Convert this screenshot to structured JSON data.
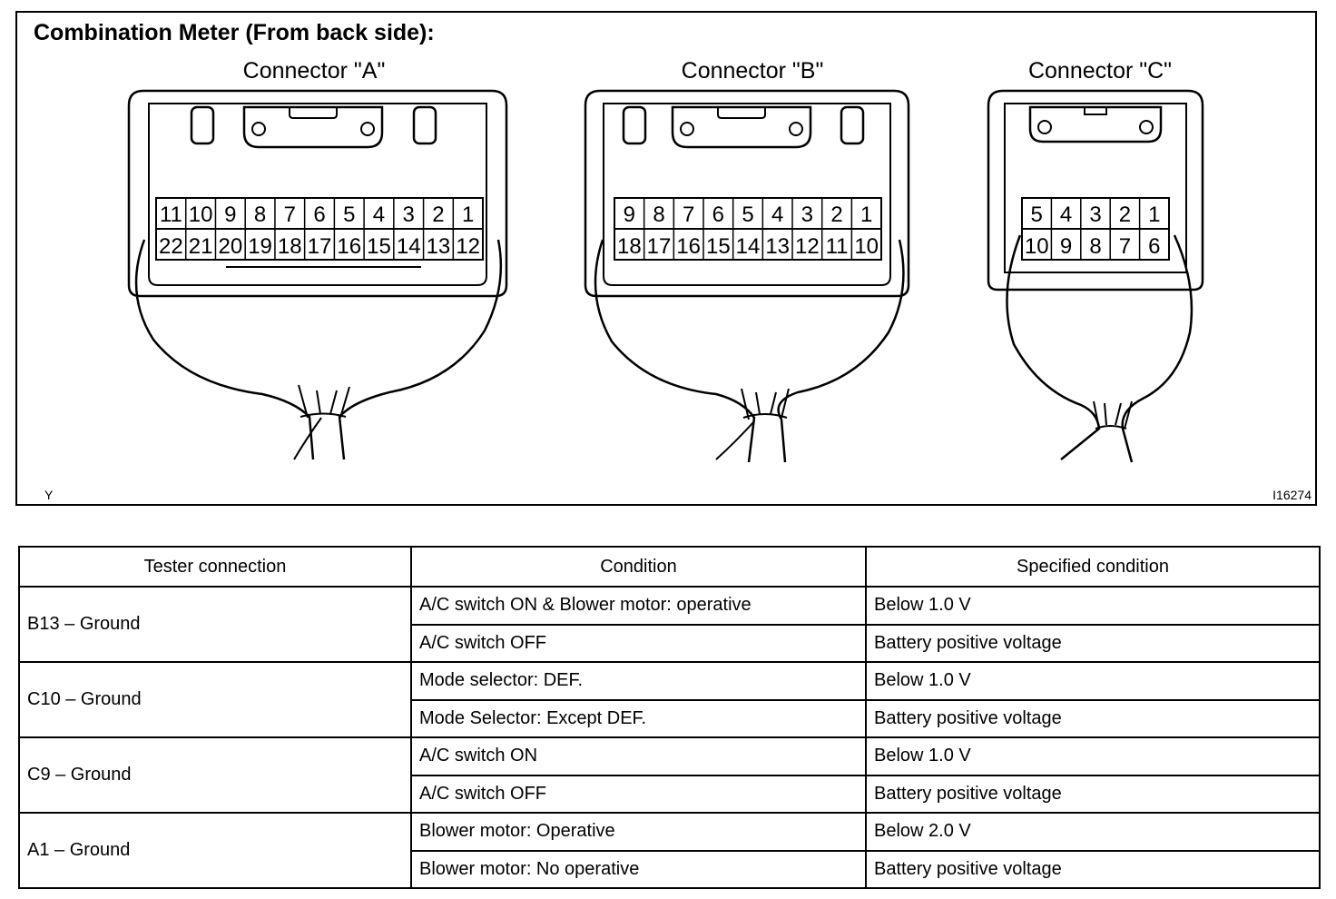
{
  "figure": {
    "title": "Combination Meter (From back side):",
    "connectors": [
      {
        "label": "Connector \"A\"",
        "top_pins": [
          "11",
          "10",
          "9",
          "8",
          "7",
          "6",
          "5",
          "4",
          "3",
          "2",
          "1"
        ],
        "bottom_pins": [
          "22",
          "21",
          "20",
          "19",
          "18",
          "17",
          "16",
          "15",
          "14",
          "13",
          "12"
        ]
      },
      {
        "label": "Connector \"B\"",
        "top_pins": [
          "9",
          "8",
          "7",
          "6",
          "5",
          "4",
          "3",
          "2",
          "1"
        ],
        "bottom_pins": [
          "18",
          "17",
          "16",
          "15",
          "14",
          "13",
          "12",
          "11",
          "10"
        ]
      },
      {
        "label": "Connector \"C\"",
        "top_pins": [
          "5",
          "4",
          "3",
          "2",
          "1"
        ],
        "bottom_pins": [
          "10",
          "9",
          "8",
          "7",
          "6"
        ]
      }
    ],
    "corner_mark": "Y",
    "figure_id": "I16274"
  },
  "table": {
    "headers": [
      "Tester connection",
      "Condition",
      "Specified condition"
    ],
    "groups": [
      {
        "connection": "B13 – Ground",
        "rows": [
          {
            "condition": "A/C switch ON & Blower motor: operative",
            "specified": "Below 1.0 V"
          },
          {
            "condition": "A/C switch OFF",
            "specified": "Battery positive voltage"
          }
        ]
      },
      {
        "connection": "C10 – Ground",
        "rows": [
          {
            "condition": "Mode selector: DEF.",
            "specified": "Below 1.0 V"
          },
          {
            "condition": "Mode Selector: Except DEF.",
            "specified": "Battery positive voltage"
          }
        ]
      },
      {
        "connection": "C9 – Ground",
        "rows": [
          {
            "condition": "A/C switch ON",
            "specified": "Below 1.0 V"
          },
          {
            "condition": "A/C switch OFF",
            "specified": "Battery positive voltage"
          }
        ]
      },
      {
        "connection": "A1 – Ground",
        "rows": [
          {
            "condition": "Blower motor: Operative",
            "specified": "Below 2.0 V"
          },
          {
            "condition": "Blower motor: No operative",
            "specified": "Battery positive voltage"
          }
        ]
      }
    ]
  }
}
